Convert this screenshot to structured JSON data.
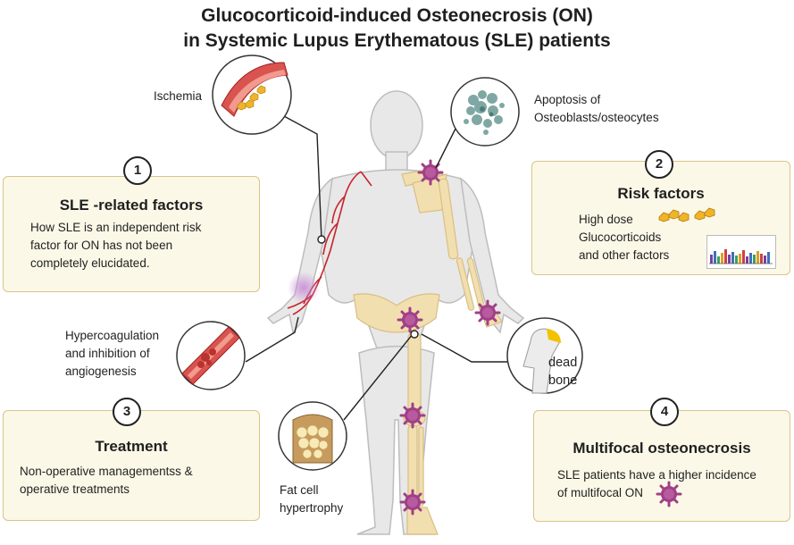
{
  "title": {
    "line1": "Glucocorticoid-induced Osteonecrosis (ON)",
    "line2": "in Systemic Lupus Erythematous (SLE) patients"
  },
  "boxes": [
    {
      "number": "1",
      "heading": "SLE -related factors",
      "lines": [
        "How SLE is an independent risk",
        "factor for ON has not been",
        "completely elucidated."
      ]
    },
    {
      "number": "2",
      "heading": "Risk factors",
      "lines": [
        "High dose",
        "Glucocorticoids",
        "and other factors"
      ]
    },
    {
      "number": "3",
      "heading": "Treatment",
      "lines": [
        "Non-operative managementss &",
        "operative treatments"
      ]
    },
    {
      "number": "4",
      "heading": "Multifocal osteonecrosis",
      "lines": [
        "SLE patients have a higher incidence",
        "of multifocal ON"
      ]
    }
  ],
  "labels": {
    "ischemia": "Ischemia",
    "apoptosis": [
      "Apoptosis of",
      "Osteoblasts/osteocytes"
    ],
    "hypercoagulation": [
      "Hypercoagulation",
      "and inhibition of",
      "angiogenesis"
    ],
    "dead_bone": [
      "dead",
      "bone"
    ],
    "fat_cell": [
      "Fat cell",
      "hypertrophy"
    ]
  },
  "colors": {
    "box_fill": "#fcf8e8",
    "box_border": "#d8c58a",
    "bone": "#f2dfb0",
    "lesion": "#a03f86",
    "vessel": "#c8232c",
    "skin": "#e6e6e6"
  },
  "icons": [
    "vessel-icon",
    "cell-cluster-icon",
    "molecule-icon",
    "bar-chart-icon",
    "clot-icon",
    "femur-head-icon",
    "fat-cell-icon",
    "lesion-icon"
  ]
}
